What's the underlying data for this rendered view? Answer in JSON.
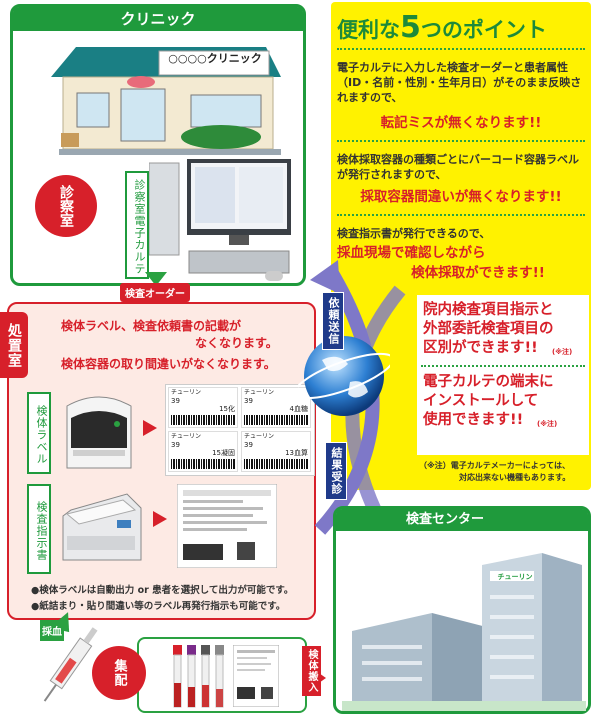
{
  "clinic": {
    "title": "クリニック",
    "sign": "○○○○クリニック",
    "room": "診察室",
    "emr_label": "診察室電子カルテ"
  },
  "order_tag": "検査オーダー",
  "points": {
    "title_pre": "便利な",
    "title_num": "5",
    "title_post": "つのポイント",
    "p1_text": "電子カルテに入力した検査オーダーと患者属性（ID・名前・性別・生年月日）がそのまま反映されますので、",
    "p1_red": "転記ミスが無くなります!!",
    "p2_text": "検体採取容器の種類ごとにバーコード容器ラベルが発行されますので、",
    "p2_red": "採取容器間違いが無くなります!!",
    "p3_text": "検査指示書が発行できるので、",
    "p3_red1": "採血現場で確認しながら",
    "p3_red2": "検体採取ができます!!",
    "p4_1": "院内検査項目指示と",
    "p4_2": "外部委託検査項目の",
    "p4_3": "区別ができます!!",
    "p4_note": "(※注)",
    "p5_1": "電子カルテの端末に",
    "p5_2": "インストールして",
    "p5_3": "使用できます!!",
    "p5_note": "(※注)",
    "footnote1": "（※注）電子カルテメーカーによっては、",
    "footnote2": "対応出来ない機種もあります。"
  },
  "flow": {
    "request_send": "依頼送信",
    "result_receive": "結果受診"
  },
  "treatment": {
    "title": "処置室",
    "line1": "検体ラベル、検査依頼書の記載が",
    "line2": "なくなります。",
    "line3": "検体容器の取り間違いがなくなります。",
    "label_box": "検体ラベル",
    "instruction_box": "検査指示書",
    "note1": "●検体ラベルは自動出力 or 患者を選択して出力が可能です。",
    "note2": "●紙詰まり・貼り間違い等のラベル再発行指示も可能です。",
    "label_name": "チューリン",
    "label_code": "39",
    "label_vals": [
      "15化",
      "4血糖",
      "15凝固",
      "13血算"
    ]
  },
  "lab": {
    "title": "検査センター",
    "building_sign": "チューリン"
  },
  "bottom": {
    "blood_draw": "採血",
    "collect": "集配",
    "specimen_in": "検体搬入"
  },
  "colors": {
    "green": "#1f9a3c",
    "red": "#d7202a",
    "yellow": "#fff200",
    "navy": "#1f3a8a"
  }
}
